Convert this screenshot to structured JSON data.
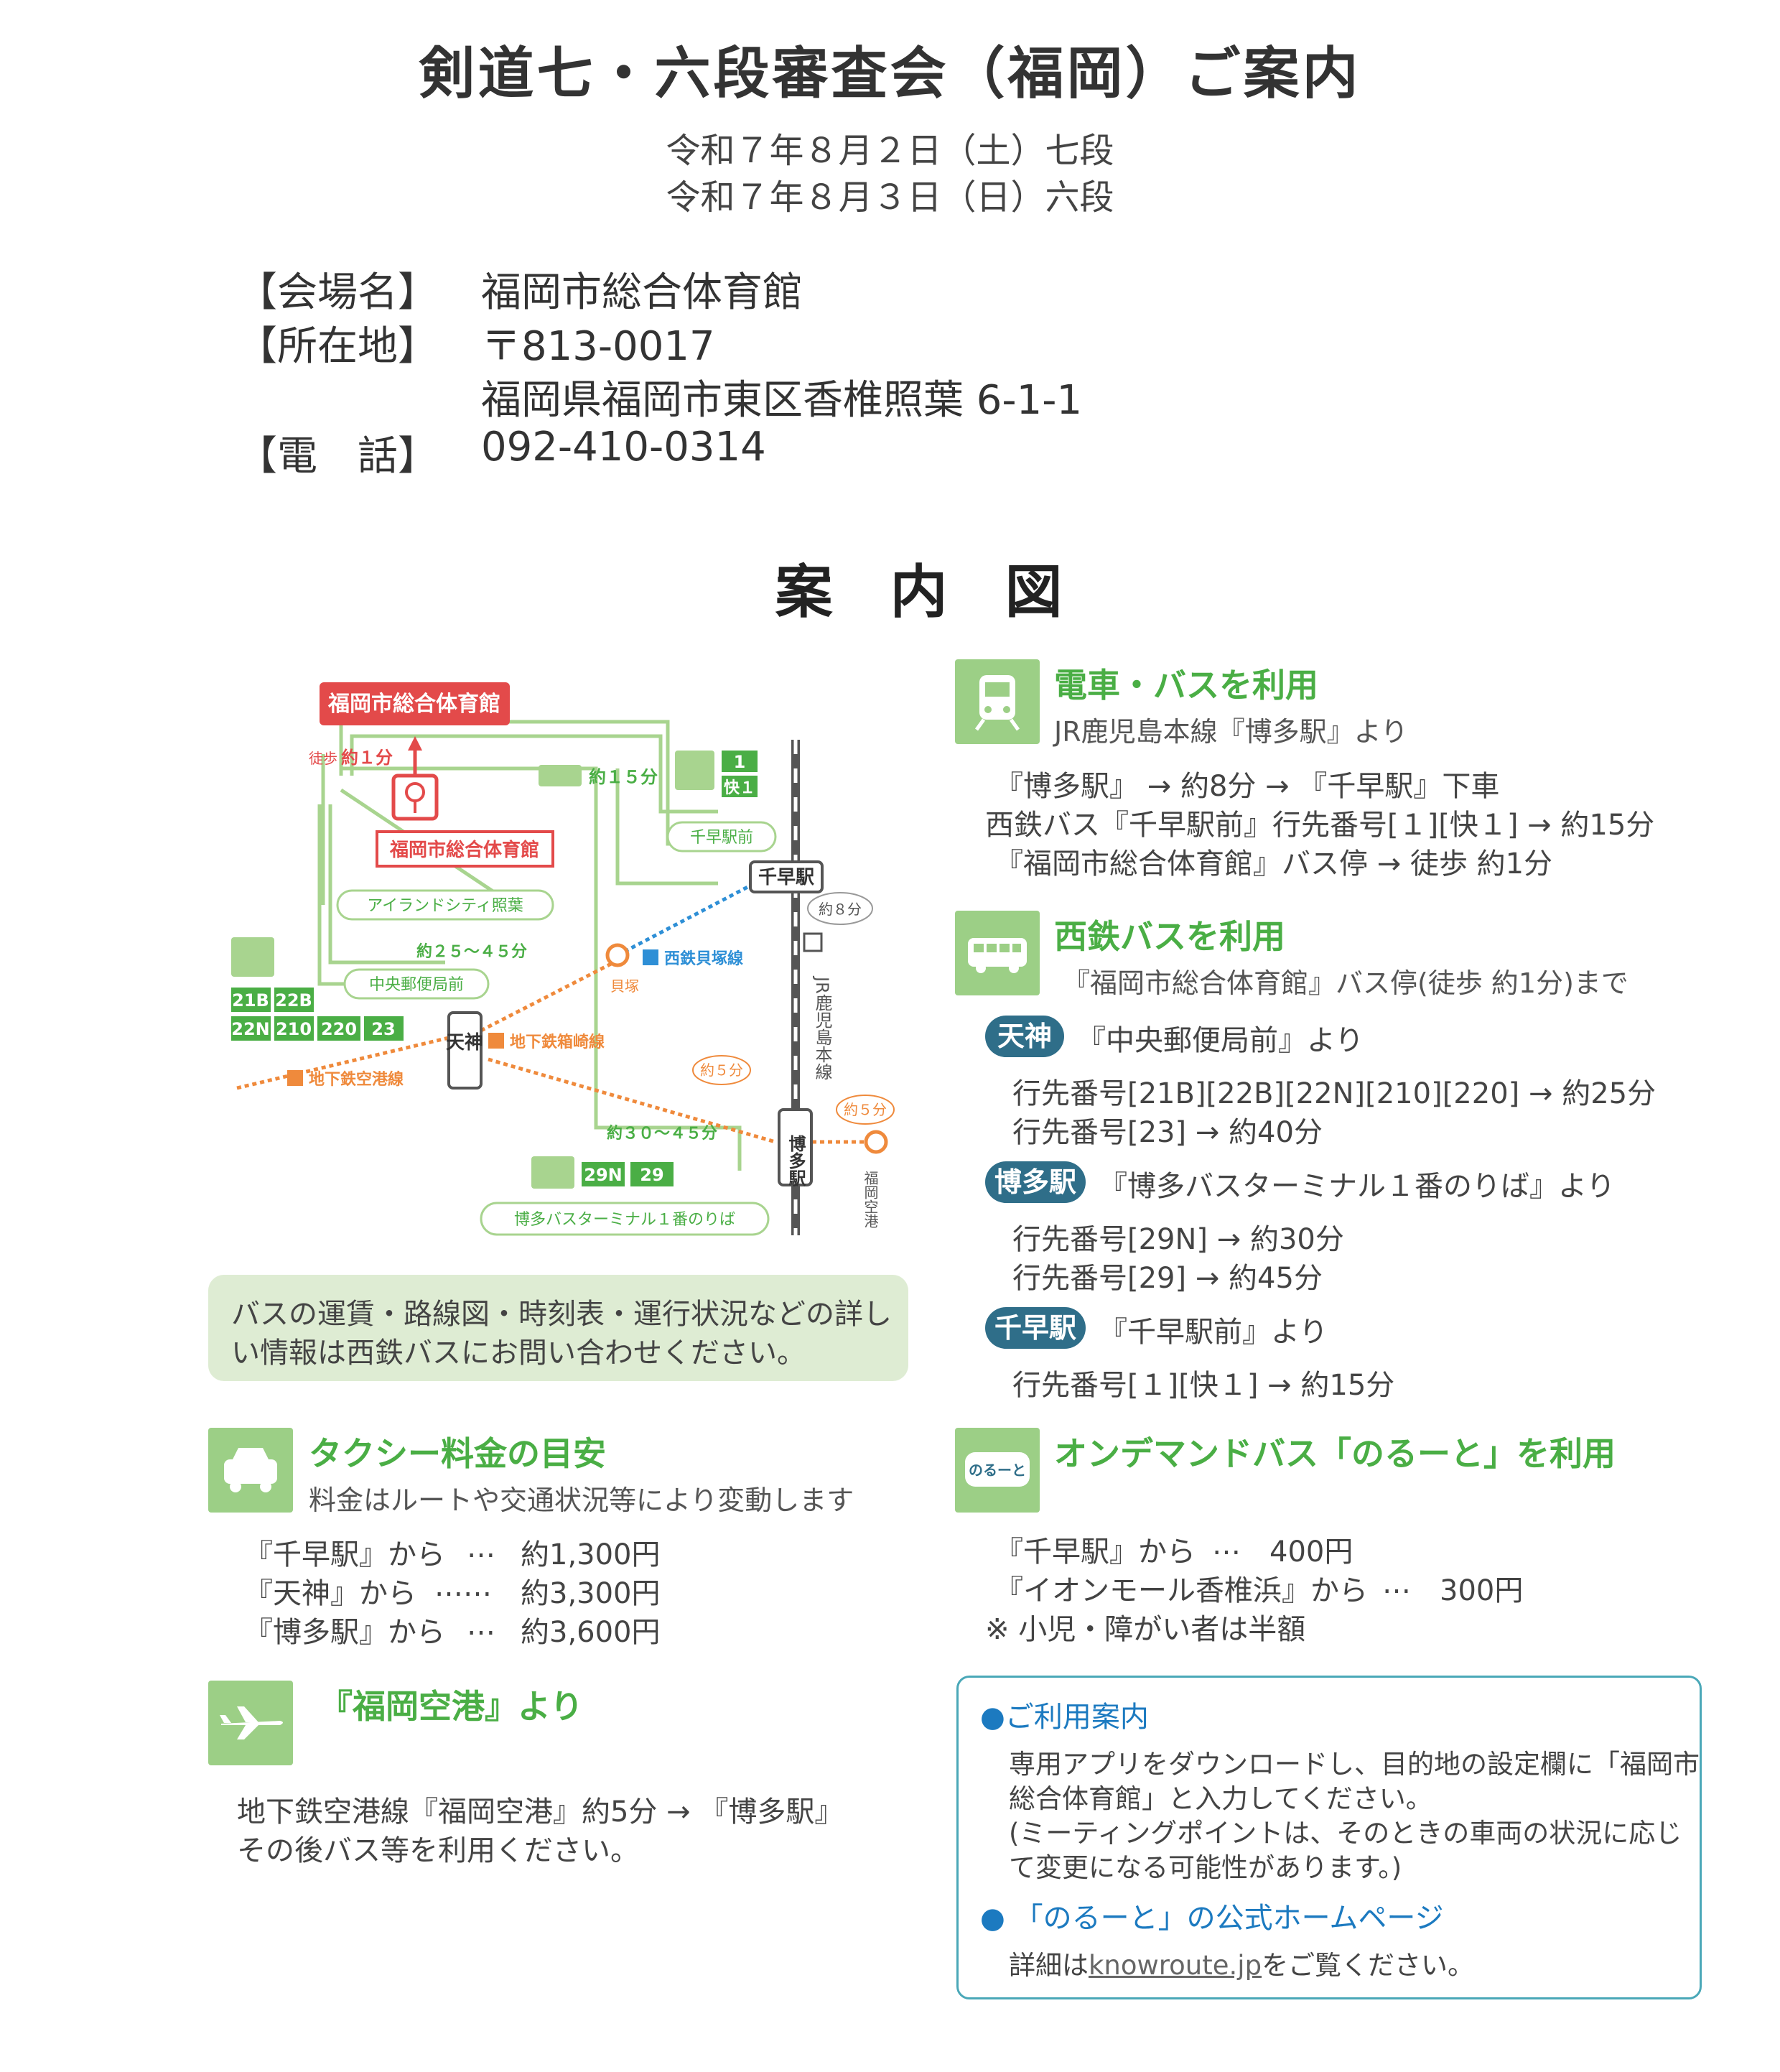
{
  "header": {
    "title": "剣道七・六段審査会（福岡）ご案内",
    "date1": "令和７年８月２日（土）七段",
    "date2": "令和７年８月３日（日）六段"
  },
  "venue": {
    "name_label": "【会場名】",
    "name": "福岡市総合体育館",
    "address_label": "【所在地】",
    "postal": "〒813-0017",
    "address": "福岡県福岡市東区香椎照葉 6-1-1",
    "phone_label": "【電　話】",
    "phone": "092-410-0314"
  },
  "map_heading": "案内図",
  "map": {
    "venue_banner": "福岡市総合体育館",
    "venue_label": "福岡市総合体育館",
    "walk": "徒歩 約１分",
    "walk_small": "徒歩",
    "walk_time": "約１分",
    "bus15": "約１５分",
    "route1": "1",
    "route_kai1": "快１",
    "stop_chihaya_ekimae": "千早駅前",
    "stop_island": "アイランドシティ照葉",
    "stop_chuo": "中央郵便局前",
    "time_25_45": "約２５～４５分",
    "time_30_45": "約３０～４５分",
    "routes_tenjin": [
      "21B",
      "22B",
      "22N",
      "210",
      "220",
      "23"
    ],
    "tenjin": "天神",
    "subway_hakozaki": "地下鉄箱崎線",
    "subway_airport": "地下鉄空港線",
    "nishitetsu_kaizuka": "西鉄貝塚線",
    "kaizuka": "貝塚",
    "chihaya_station": "千早駅",
    "hakata_station": "博多駅",
    "jr_line": "JR鹿児島本線",
    "time8": "約８分",
    "time5a": "約５分",
    "time5b": "約５分",
    "airport": "福岡空港",
    "routes_hakata": [
      "29N",
      "29"
    ],
    "stop_hakata_bt": "博多バスターミナル１番のりば"
  },
  "note": "バスの運賃・路線図・時刻表・運行状況などの詳しい情報は西鉄バスにお問い合わせください。",
  "note_line1": "バスの運賃・路線図・時刻表・運行状況などの詳し",
  "note_line2": "い情報は西鉄バスにお問い合わせください。",
  "taxi": {
    "title": "タクシー料金の目安",
    "sub": "料金はルートや交通状況等により変動します",
    "rows": [
      {
        "from": "『千早駅』から",
        "dots": "…",
        "fare": "約1,300円"
      },
      {
        "from": "『天神』から",
        "dots": "……",
        "fare": "約3,300円"
      },
      {
        "from": "『博多駅』から",
        "dots": "…",
        "fare": "約3,600円"
      }
    ]
  },
  "airport": {
    "title": "『福岡空港』より",
    "line1": "地下鉄空港線『福岡空港』約5分 → 『博多駅』",
    "line2": "その後バス等を利用ください。"
  },
  "train": {
    "title": "電車・バスを利用",
    "sub": "JR鹿児島本線『博多駅』より",
    "line1": "『博多駅』 → 約8分 → 『千早駅』下車",
    "line2": "西鉄バス『千早駅前』行先番号[１][快１] → 約15分",
    "line3": "『福岡市総合体育館』バス停 → 徒歩 約1分"
  },
  "nishitetsu": {
    "title": "西鉄バスを利用",
    "sub": "『福岡市総合体育館』バス停(徒歩 約1分)まで",
    "groups": [
      {
        "pill": "天神",
        "from": "『中央郵便局前』より",
        "lines": [
          "行先番号[21B][22B][22N][210][220] → 約25分",
          "行先番号[23] → 約40分"
        ]
      },
      {
        "pill": "博多駅",
        "from": "『博多バスターミナル１番のりば』より",
        "lines": [
          "行先番号[29N] → 約30分",
          "行先番号[29] → 約45分"
        ]
      },
      {
        "pill": "千早駅",
        "from": "『千早駅前』より",
        "lines": [
          "行先番号[１][快１] → 約15分"
        ]
      }
    ]
  },
  "ondemand": {
    "title": "オンデマンドバス「のるーと」を利用",
    "logo": "のるーと",
    "rows": [
      {
        "from": "『千早駅』から",
        "dots": "…",
        "fare": "400円"
      },
      {
        "from": "『イオンモール香椎浜』から",
        "dots": "…",
        "fare": "300円"
      }
    ],
    "note": "※ 小児・障がい者は半額"
  },
  "guide": {
    "h1": "ご利用案内",
    "p1_line1": "専用アプリをダウンロードし、目的地の設定欄に「福岡市",
    "p1_line2": "総合体育館」と入力してください。",
    "p1_line3": "(ミーティングポイントは、そのときの車両の状況に応じ",
    "p1_line4": "て変更になる可能性があります。)",
    "h2": "「のるーと」の公式ホームページ",
    "p2_pre": "詳細は",
    "p2_link": "knowroute.jp",
    "p2_post": "をご覧ください。"
  },
  "colors": {
    "green": "#4aae45",
    "icon_green": "#9ccf86",
    "red": "#e34a4a",
    "blue": "#2e8fd6",
    "orange": "#ef8a3c",
    "pill": "#2f6e89",
    "teal_border": "#4aa8b8"
  }
}
